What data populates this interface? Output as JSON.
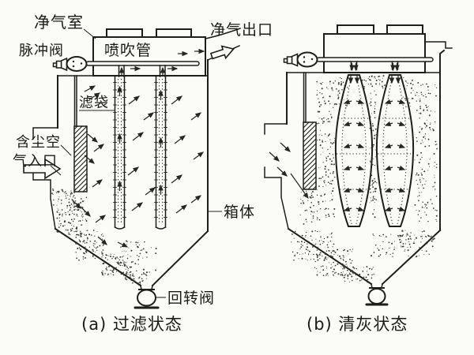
{
  "figure": {
    "labels": {
      "clean_air_chamber": "净气室",
      "pulse_valve": "脉冲阀",
      "blow_pipe": "喷吹管",
      "clean_air_outlet": "净气出口",
      "filter_bag": "滤袋",
      "dusty_air_inlet_line1": "含尘空",
      "dusty_air_inlet_line2": "气入口",
      "casing": "箱体",
      "rotary_valve": "回转阀"
    },
    "captions": {
      "state_a": "(a) 过滤状态",
      "state_b": "(b) 清灰状态"
    },
    "colors": {
      "ink": "#1d1d1a",
      "paper": "#fbfbf8"
    }
  }
}
